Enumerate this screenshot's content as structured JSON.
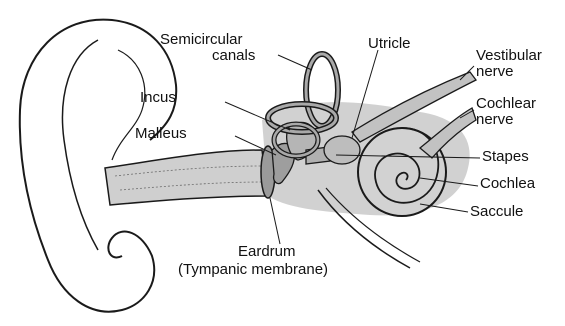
{
  "labels": {
    "semicircular_canals_1": "Semicircular",
    "semicircular_canals_2": "canals",
    "utricle": "Utricle",
    "vestibular_nerve_1": "Vestibular",
    "vestibular_nerve_2": "nerve",
    "incus": "Incus",
    "cochlear_nerve_1": "Cochlear",
    "cochlear_nerve_2": "nerve",
    "malleus": "Malleus",
    "stapes": "Stapes",
    "cochlea": "Cochlea",
    "saccule": "Saccule",
    "eardrum_1": "Eardrum",
    "eardrum_2": "(Tympanic membrane)"
  },
  "colors": {
    "line": "#1a1a1a",
    "inner_ear_fill": "#c9c9c9",
    "canal_fill": "#a9a9a9",
    "background": "#ffffff"
  }
}
